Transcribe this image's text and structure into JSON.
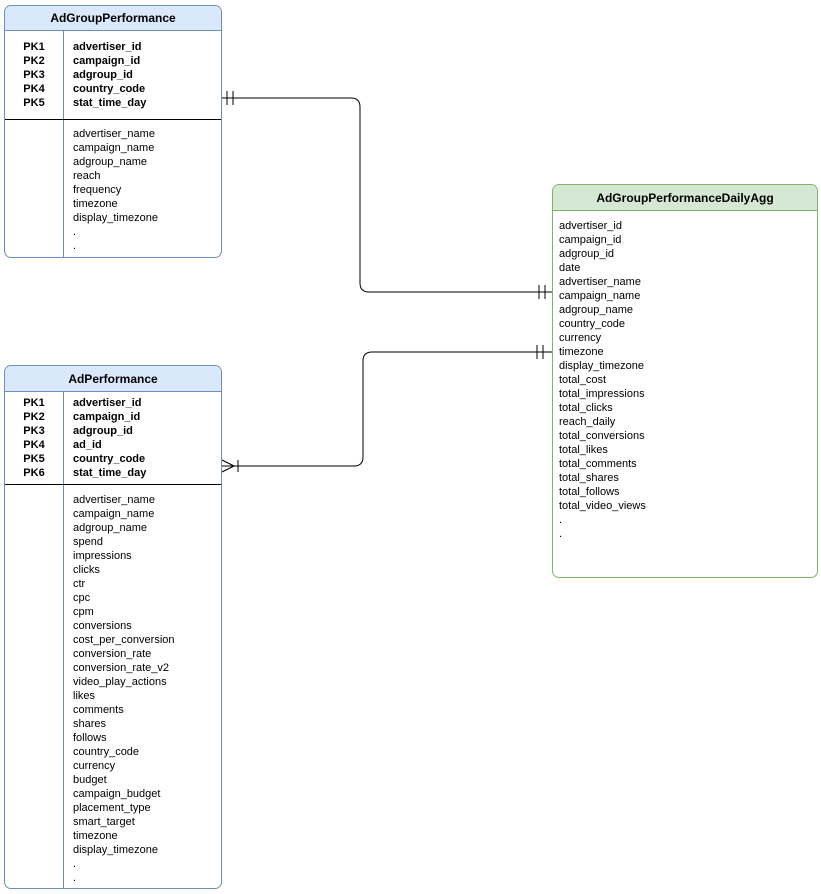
{
  "diagram": {
    "type": "entity-relationship-diagram",
    "canvas_background": "#ffffff",
    "tables": [
      {
        "id": "adgroup-performance",
        "title": "AdGroupPerformance",
        "colors": {
          "header_fill": "#dae8fc",
          "border": "#6c8ebf",
          "divider": "#000000"
        },
        "primary_keys": [
          {
            "tag": "PK1",
            "field": "advertiser_id"
          },
          {
            "tag": "PK2",
            "field": "campaign_id"
          },
          {
            "tag": "PK3",
            "field": "adgroup_id"
          },
          {
            "tag": "PK4",
            "field": "country_code"
          },
          {
            "tag": "PK5",
            "field": "stat_time_day"
          }
        ],
        "fields": [
          "advertiser_name",
          "campaign_name",
          "adgroup_name",
          "reach",
          "frequency",
          "timezone",
          "display_timezone",
          ".",
          "."
        ]
      },
      {
        "id": "ad-performance",
        "title": "AdPerformance",
        "colors": {
          "header_fill": "#dae8fc",
          "border": "#6c8ebf",
          "divider": "#000000"
        },
        "primary_keys": [
          {
            "tag": "PK1",
            "field": "advertiser_id"
          },
          {
            "tag": "PK2",
            "field": "campaign_id"
          },
          {
            "tag": "PK3",
            "field": "adgroup_id"
          },
          {
            "tag": "PK4",
            "field": "ad_id"
          },
          {
            "tag": "PK5",
            "field": "country_code"
          },
          {
            "tag": "PK6",
            "field": "stat_time_day"
          }
        ],
        "fields": [
          "advertiser_name",
          "campaign_name",
          "adgroup_name",
          "spend",
          "impressions",
          "clicks",
          "ctr",
          "cpc",
          "cpm",
          "conversions",
          "cost_per_conversion",
          "conversion_rate",
          "conversion_rate_v2",
          "video_play_actions",
          "likes",
          "comments",
          "shares",
          "follows",
          "country_code",
          "currency",
          "budget",
          "campaign_budget",
          "placement_type",
          "smart_target",
          "timezone",
          "display_timezone",
          ".",
          "."
        ]
      },
      {
        "id": "adgroup-performance-daily-agg",
        "title": "AdGroupPerformanceDailyAgg",
        "colors": {
          "header_fill": "#d5e8d4",
          "border": "#82b366"
        },
        "primary_keys": [],
        "fields": [
          "advertiser_id",
          "campaign_id",
          "adgroup_id",
          "date",
          "advertiser_name",
          "campaign_name",
          "adgroup_name",
          "country_code",
          "currency",
          "timezone",
          "display_timezone",
          "total_cost",
          "total_impressions",
          "total_clicks",
          "reach_daily",
          "total_conversions",
          "total_likes",
          "total_comments",
          "total_shares",
          "total_follows",
          "total_video_views",
          ".",
          "."
        ]
      }
    ],
    "relationships": [
      {
        "from_table": "AdGroupPerformance",
        "to_table": "AdGroupPerformanceDailyAgg",
        "from_cardinality": "one-and-only-one",
        "to_cardinality": "one-and-only-one",
        "line_color": "#000000"
      },
      {
        "from_table": "AdPerformance",
        "to_table": "AdGroupPerformanceDailyAgg",
        "from_cardinality": "one-or-many",
        "to_cardinality": "one-and-only-one",
        "line_color": "#000000"
      }
    ]
  }
}
